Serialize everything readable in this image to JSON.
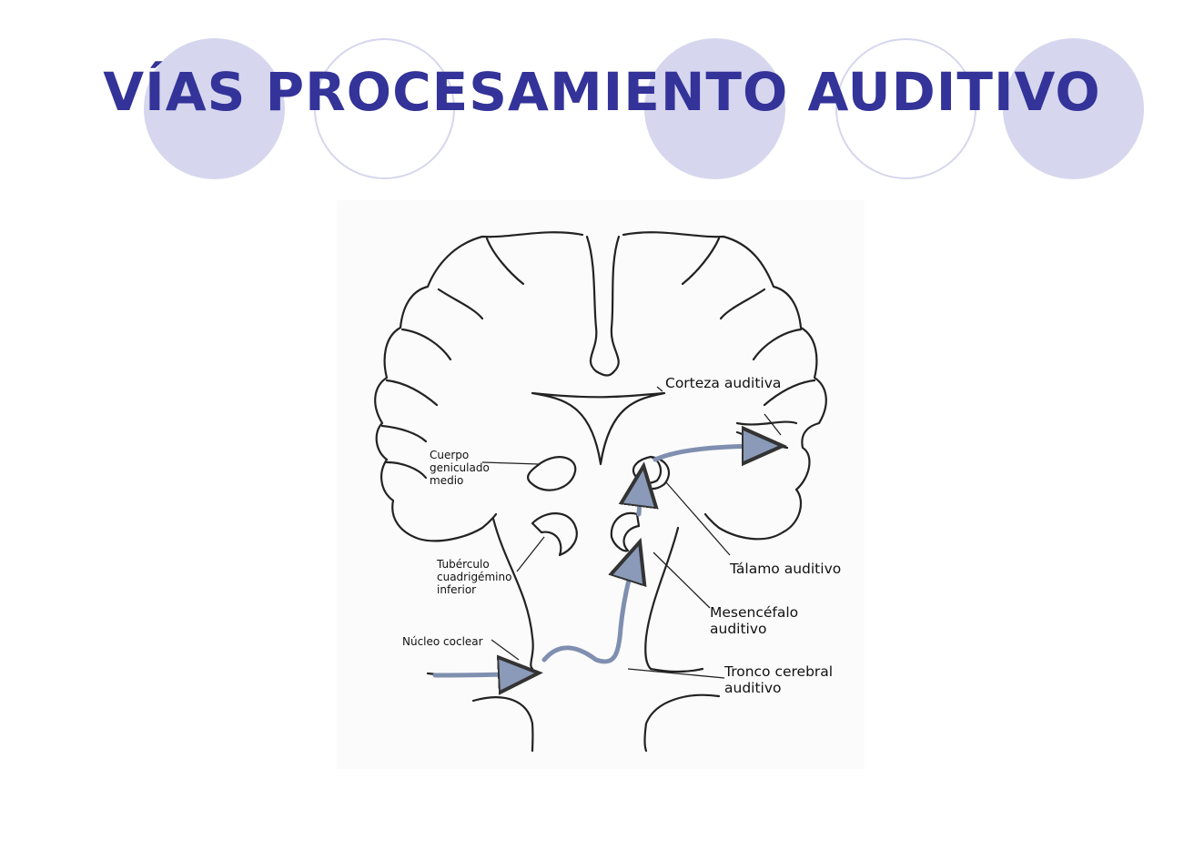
{
  "slide": {
    "title": "VÍAS PROCESAMIENTO AUDITIVO",
    "colors": {
      "title": "#333399",
      "circle": "#d6d6ee"
    }
  },
  "diagram": {
    "labels": {
      "corteza_auditiva": "Corteza auditiva",
      "cuerpo_geniculado_medio": "Cuerpo\ngeniculado\nmedio",
      "tuberculo_cuadrigemino_inferior": "Tubérculo\ncuadrigémino\ninferior",
      "nucleo_coclear": "Núcleo coclear",
      "talamo_auditivo": "Tálamo auditivo",
      "mesencefalo_auditivo": "Mesencéfalo\nauditivo",
      "tronco_cerebral_auditivo": "Tronco cerebral\nauditivo"
    }
  }
}
